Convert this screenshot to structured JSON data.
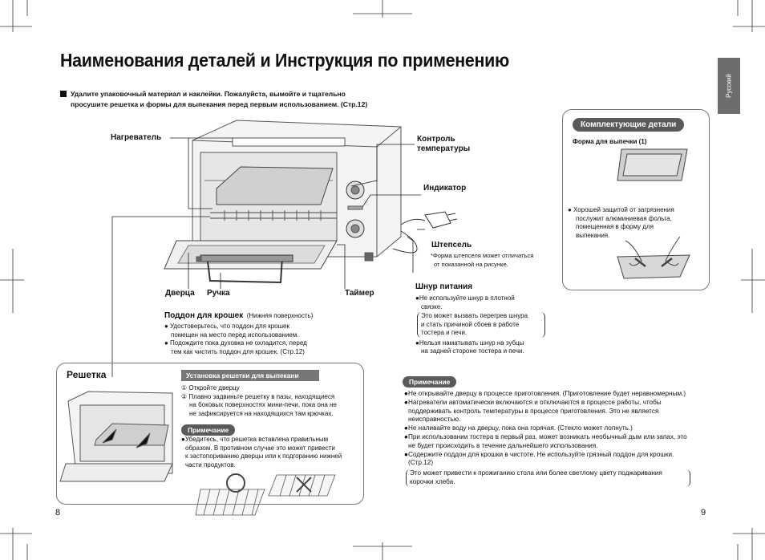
{
  "title": "Наименования деталей и Инструкция по применению",
  "intro": {
    "line1": "Удалите упаковочный материал и наклейки. Пожалуйста, вымойте и тщательно",
    "line2": "просушите решетка и формы для выпекания перед первым использованием. (Стр.12)"
  },
  "side_tab": "Русский",
  "parts": {
    "heater": "Нагреватель",
    "temp_control_1": "Контроль",
    "temp_control_2": "температуры",
    "indicator": "Индикатор",
    "plug": "Штепсель",
    "plug_note_1": "*Форма штепселя может отличаться",
    "plug_note_2": "от показанной на рисунке.",
    "door": "Дверца",
    "handle": "Ручка",
    "timer": "Таймер"
  },
  "cord": {
    "heading": "Шнур питания",
    "b1_1": "●Не используйте шнур в плотной",
    "b1_2": "связке.",
    "p1": "Это может вызвать перегрев шнура",
    "p2": "и стать причиной сбоев в работе",
    "p3": "тостера и печи.",
    "b2_1": "●Нельзя наматывать шнур на зубцы",
    "b2_2": "на задней стороне тостера и печи."
  },
  "crumb_tray": {
    "heading": "Поддон для крошек",
    "heading_sub": "(Нижняя поверхность)",
    "l1": "● Удостоверьтесь, что поддон для крошек",
    "l2": "помещен на место перед использованием.",
    "l3": "● Подождите пока духовка не охладится, перед",
    "l4": "тем как чистить поддон для крошек. (Стр.12)"
  },
  "accessories": {
    "heading": "Комплектующие детали",
    "baking_form": "Форма для выпечки (1)",
    "f1": "● Хорошей защитой от загрязнения",
    "f2": "послужит алюминиевая фольга,",
    "f3": "помещенная в форму для",
    "f4": "выпекания."
  },
  "rack": {
    "heading": "Решетка",
    "install_heading": "Установка решетки для выпекани",
    "s1": "① Откройте дверцу",
    "s2_1": "② Плавно задвиньте решетку в пазы, находящиеся",
    "s2_2": "на боковых поверхностях мини-печи, пока она не",
    "s2_3": "не зафиксируется на находящихся там крючках.",
    "note_label": "Примечание",
    "n1": "●Убедитесь, что решетка вставлена правильным",
    "n2": "образом. В противном случае это может привести",
    "n3": "к застопориванию дверцы или к подгоранию нижней",
    "n4": "части продуктов."
  },
  "notes": {
    "label": "Примечание",
    "l1": "●Не открывайте дверцу в процессе приготовления. (Приготовление будет неравномерным.)",
    "l2": "●Нагреватели автоматически включаются и отключаются  в процессе работы, чтобы",
    "l3": "поддерживать контроль температуры в процессе приготовления. Это не является",
    "l4": "неисправностью.",
    "l5": "●Не наливайте воду на дверцу, пока она горячая. (Стекло может лопнуть.)",
    "l6": "●При использовании тостера в первый раз, может возникать необычный дым или запах, это",
    "l7": "не будет происходить в течение дальнейшего использования.",
    "l8": "●Содержите поддон для крошки в чистоте. Не используйте грязный поддон для крошки.",
    "l9": "(Стр.12)",
    "p1": "Это может привести к прожиганию стола или более светлому цвету поджаривания",
    "p2": "корочки хлеба."
  },
  "page_left": "8",
  "page_right": "9"
}
